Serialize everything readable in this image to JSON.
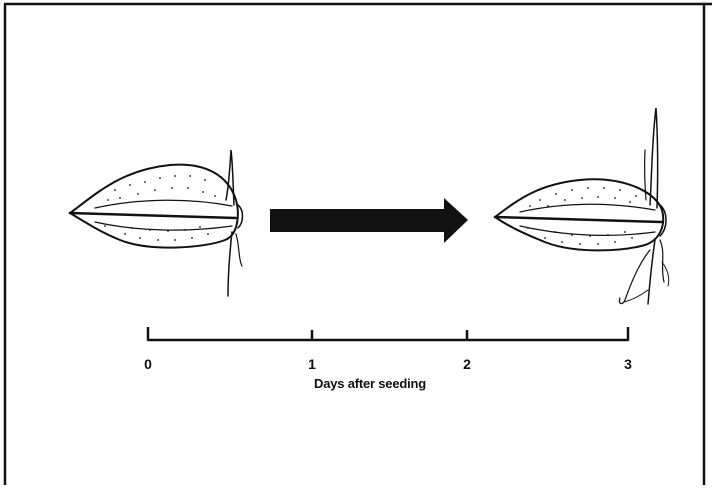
{
  "diagram": {
    "axis": {
      "title": "Days after seeding",
      "ticks": [
        "0",
        "1",
        "2",
        "3"
      ]
    },
    "figures": [
      {
        "name": "seed-day-0",
        "description_visible": false
      },
      {
        "name": "seed-day-3",
        "description_visible": false
      }
    ],
    "colors": {
      "ink": "#111111",
      "background": "#ffffff"
    }
  }
}
